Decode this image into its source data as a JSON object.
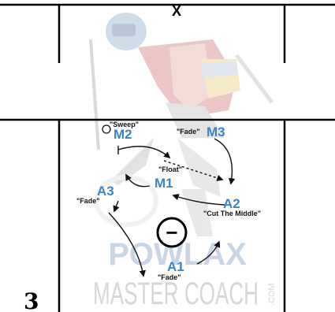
{
  "diagram": {
    "step_number": "3",
    "top_marker": "X",
    "watermark": {
      "line1": "POWLAX",
      "line2": "MASTER COACH",
      "line3": ".COM"
    },
    "ball_symbol": "−",
    "players": {
      "m2": {
        "label": "M2",
        "tag": "\"Sweep\""
      },
      "m3": {
        "label": "M3",
        "tag": "\"Fade\""
      },
      "m1": {
        "label": "M1",
        "tag": "\"Float\""
      },
      "a3": {
        "label": "A3",
        "tag": "\"Fade\""
      },
      "a2": {
        "label": "A2",
        "tag": "\"Cut The Middle\""
      },
      "a1": {
        "label": "A1",
        "tag": "\"Fade\""
      }
    },
    "colors": {
      "field_line": "#000000",
      "player_label": "#3a84c4",
      "arrow": "#111111",
      "watermark": "#c9d5e4"
    }
  }
}
